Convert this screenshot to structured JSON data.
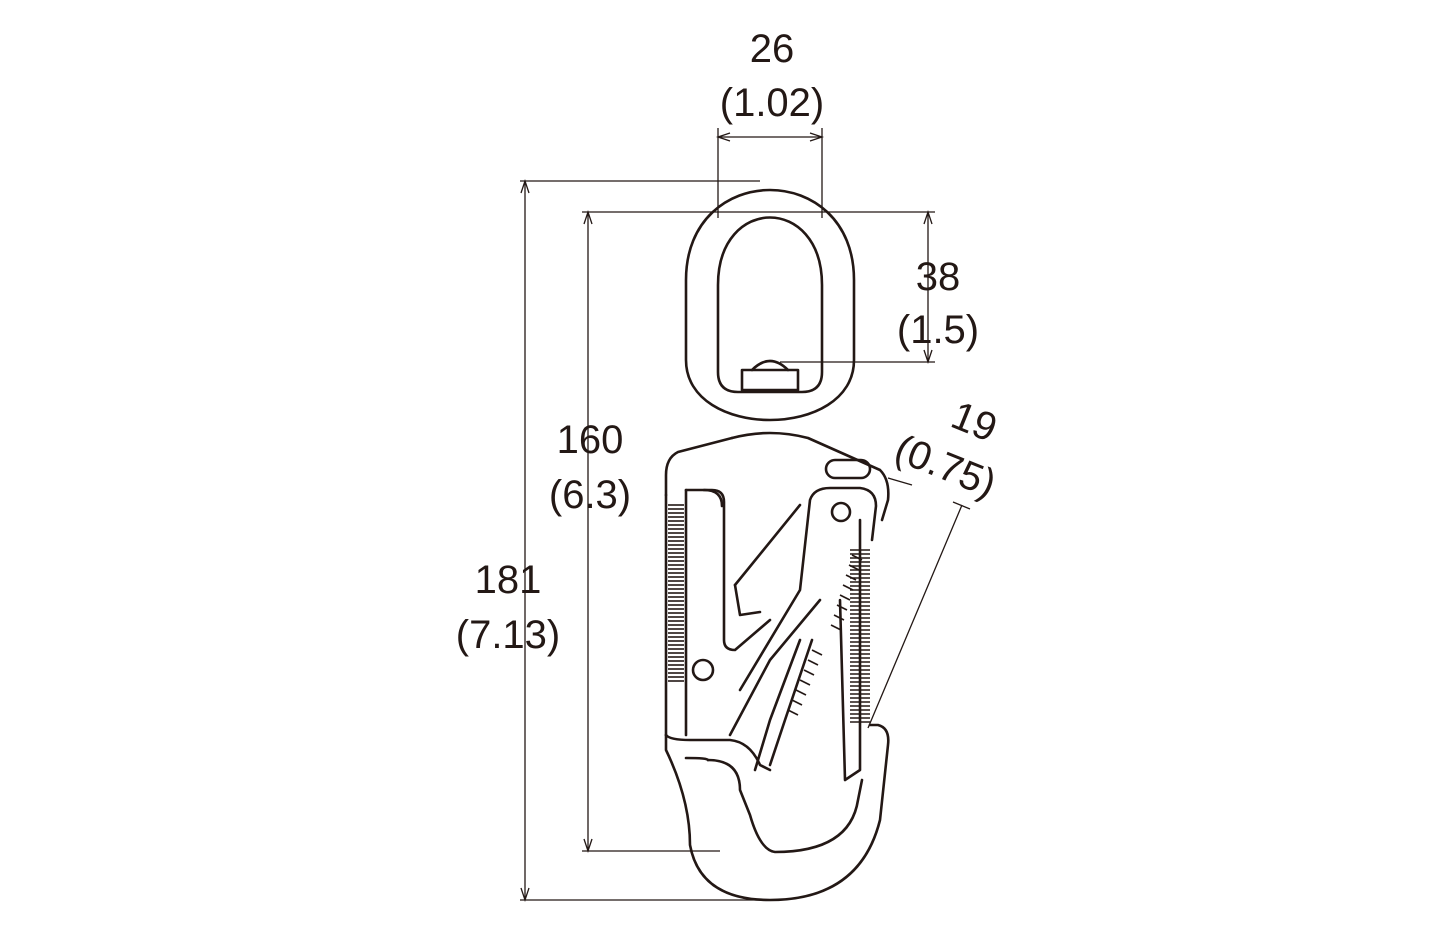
{
  "dimensions": {
    "top_width": {
      "value": "26",
      "inches": "(1.02)"
    },
    "eye_height": {
      "value": "38",
      "inches": "(1.5)"
    },
    "inner_length": {
      "value": "160",
      "inches": "(6.3)"
    },
    "total_length": {
      "value": "181",
      "inches": "(7.13)"
    },
    "gate_opening": {
      "value": "19",
      "inches": "(0.75)"
    }
  },
  "colors": {
    "line": "#231815",
    "background": "#ffffff"
  }
}
